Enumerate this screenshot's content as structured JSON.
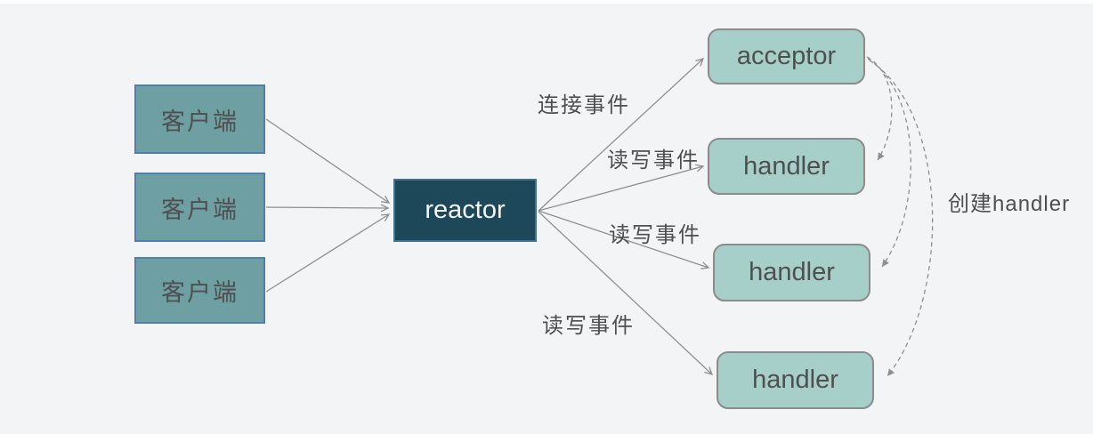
{
  "diagram": {
    "clients": [
      {
        "label": "客户端"
      },
      {
        "label": "客户端"
      },
      {
        "label": "客户端"
      }
    ],
    "reactor": {
      "label": "reactor"
    },
    "acceptor": {
      "label": "acceptor"
    },
    "handlers": [
      {
        "label": "handler"
      },
      {
        "label": "handler"
      },
      {
        "label": "handler"
      }
    ],
    "edge_labels": {
      "connect_event": "连接事件",
      "read_write_event_1": "读写事件",
      "read_write_event_2": "读写事件",
      "read_write_event_3": "读写事件",
      "create_handler": "创建handler"
    },
    "edges": [
      {
        "from": "client-1",
        "to": "reactor",
        "style": "solid"
      },
      {
        "from": "client-2",
        "to": "reactor",
        "style": "solid"
      },
      {
        "from": "client-3",
        "to": "reactor",
        "style": "solid"
      },
      {
        "from": "reactor",
        "to": "acceptor",
        "label": "连接事件",
        "style": "solid"
      },
      {
        "from": "reactor",
        "to": "handler-1",
        "label": "读写事件",
        "style": "solid"
      },
      {
        "from": "reactor",
        "to": "handler-2",
        "label": "读写事件",
        "style": "solid"
      },
      {
        "from": "reactor",
        "to": "handler-3",
        "label": "读写事件",
        "style": "solid"
      },
      {
        "from": "acceptor",
        "to": "handler-1",
        "label": "创建handler",
        "style": "dashed"
      },
      {
        "from": "acceptor",
        "to": "handler-2",
        "label": "创建handler",
        "style": "dashed"
      },
      {
        "from": "acceptor",
        "to": "handler-3",
        "label": "创建handler",
        "style": "dashed"
      }
    ],
    "colors": {
      "background": "#f3f4f5",
      "client_fill": "#6d9fa3",
      "client_border": "#4e7fae",
      "reactor_fill": "#1c4859",
      "reactor_border": "#44718e",
      "node_fill": "#a7cfca",
      "node_border": "#8b8b8b",
      "arrow": "#8f8f8f",
      "text_dark": "#4f4f4f",
      "text_light": "#f5f5f5"
    }
  }
}
